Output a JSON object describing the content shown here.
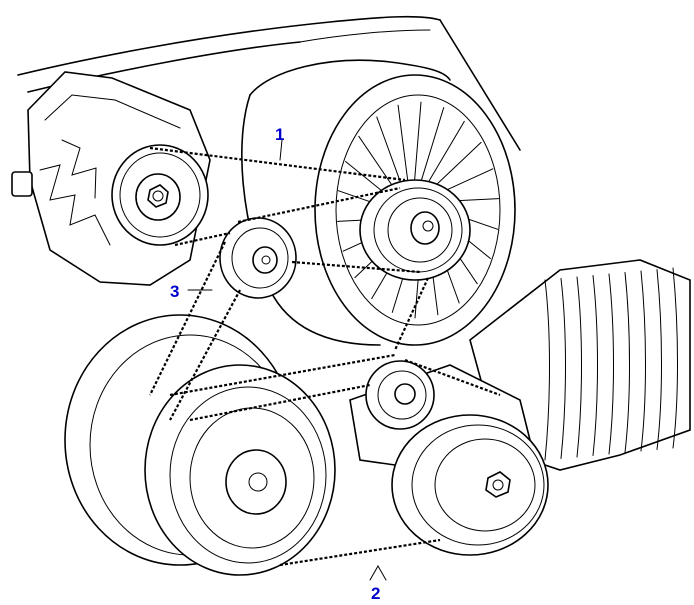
{
  "callouts": [
    {
      "id": "1",
      "label": "1"
    },
    {
      "id": "2",
      "label": "2"
    },
    {
      "id": "3",
      "label": "3"
    }
  ],
  "colors": {
    "label": "#0000cc",
    "line": "#000000",
    "background": "#ffffff"
  },
  "icons": {
    "alternator": "alternator-icon",
    "fan": "cooling-fan-icon",
    "crankshaft_pulley": "crankshaft-pulley-icon",
    "tensioner": "tensioner-pulley-icon",
    "idler": "idler-pulley-icon",
    "pump": "pump-pulley-icon",
    "hose": "corrugated-hose-icon"
  }
}
